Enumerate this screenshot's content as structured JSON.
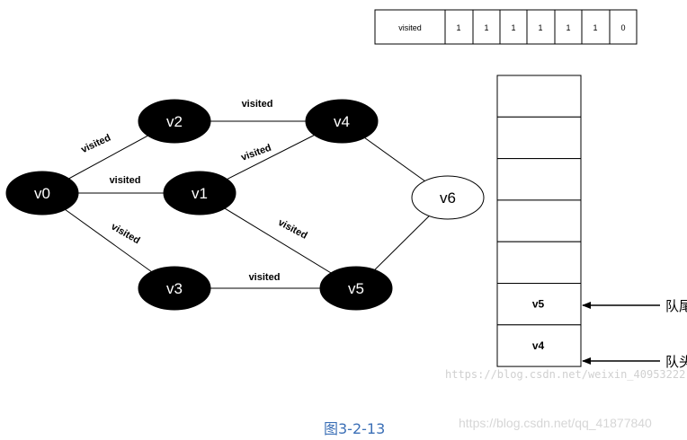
{
  "visited_array": {
    "header": "visited",
    "values": [
      "1",
      "1",
      "1",
      "1",
      "1",
      "1",
      "0"
    ]
  },
  "graph": {
    "nodes": [
      {
        "id": "v0",
        "label": "v0",
        "visited": true
      },
      {
        "id": "v1",
        "label": "v1",
        "visited": true
      },
      {
        "id": "v2",
        "label": "v2",
        "visited": true
      },
      {
        "id": "v3",
        "label": "v3",
        "visited": true
      },
      {
        "id": "v4",
        "label": "v4",
        "visited": true
      },
      {
        "id": "v5",
        "label": "v5",
        "visited": true
      },
      {
        "id": "v6",
        "label": "v6",
        "visited": false
      }
    ],
    "edges": [
      {
        "from": "v0",
        "to": "v2",
        "label": "visited"
      },
      {
        "from": "v0",
        "to": "v1",
        "label": "visited"
      },
      {
        "from": "v0",
        "to": "v3",
        "label": "visited"
      },
      {
        "from": "v2",
        "to": "v4",
        "label": "visited"
      },
      {
        "from": "v1",
        "to": "v4",
        "label": "visited"
      },
      {
        "from": "v1",
        "to": "v5",
        "label": "visited"
      },
      {
        "from": "v3",
        "to": "v5",
        "label": "visited"
      },
      {
        "from": "v4",
        "to": "v6",
        "label": ""
      },
      {
        "from": "v5",
        "to": "v6",
        "label": ""
      }
    ]
  },
  "queue": {
    "cells": [
      "",
      "",
      "",
      "",
      "",
      "v5",
      "v4"
    ],
    "tail_label": "队尾",
    "head_label": "队头"
  },
  "watermark_inline": "https://blog.csdn.net/weixin_40953222",
  "caption": "图3-2-13",
  "watermark_bottom": "https://blog.csdn.net/qq_41877840",
  "colors": {
    "visited_fill": "#000000",
    "unvisited_fill": "#ffffff",
    "caption": "#3b6fb6"
  }
}
